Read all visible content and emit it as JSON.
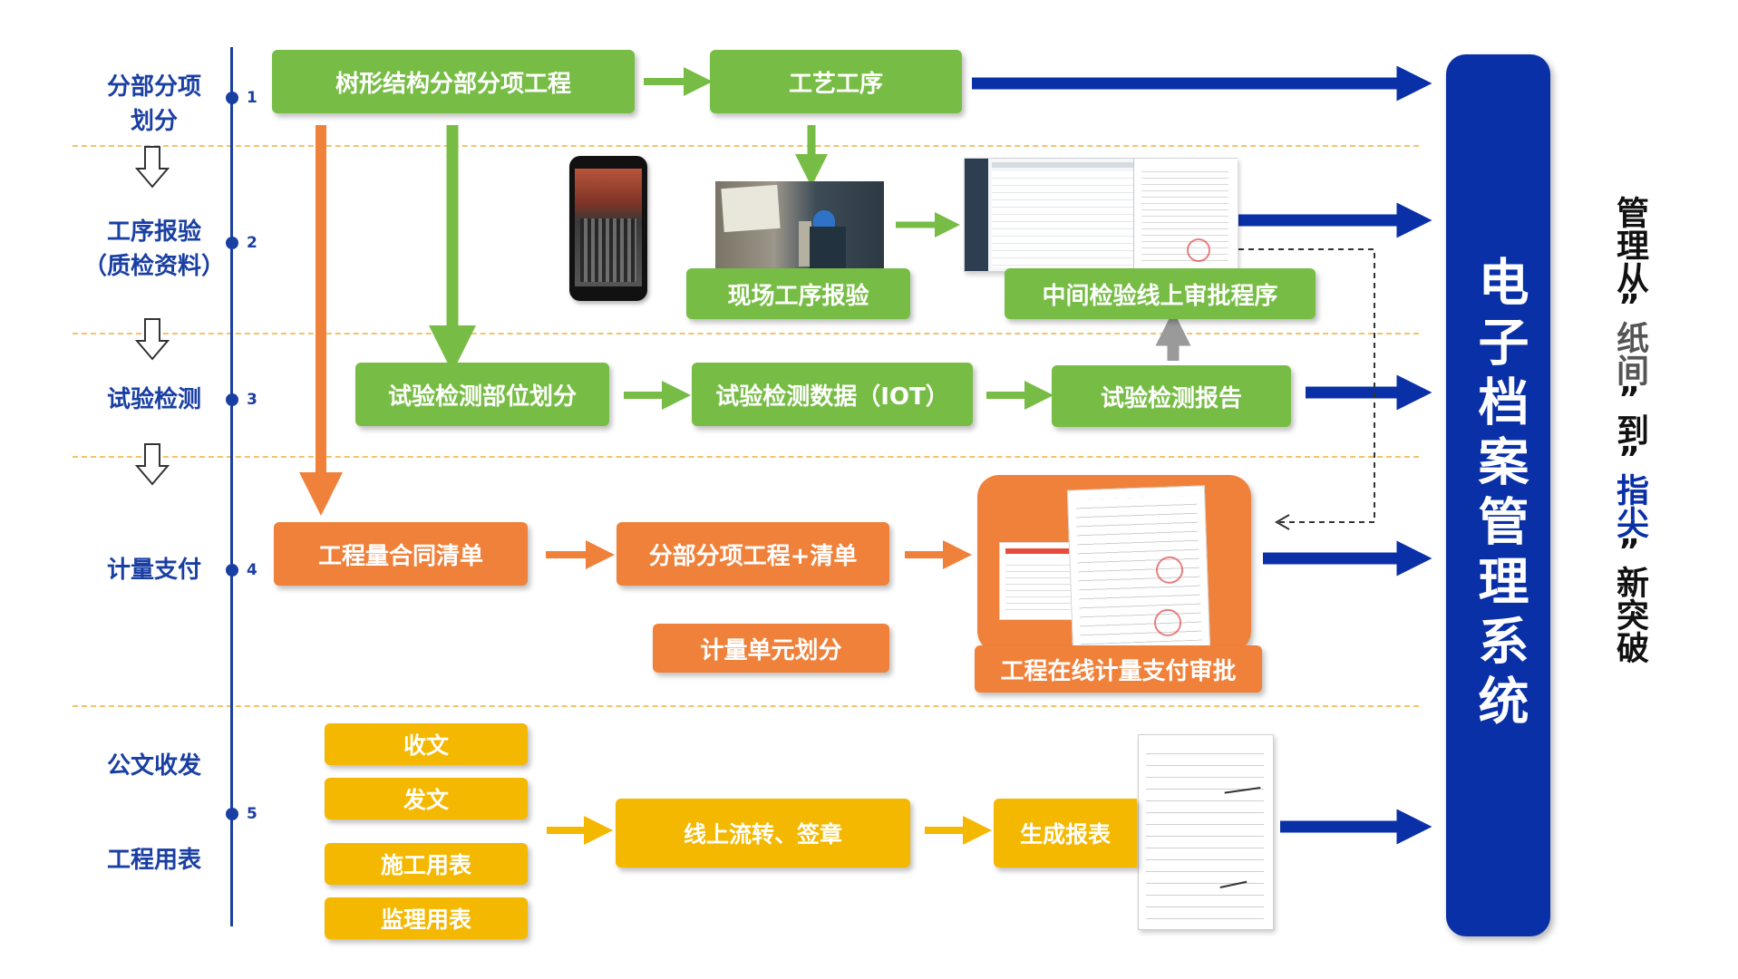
{
  "stages": [
    {
      "label": "分部分项\n划分",
      "num": "1"
    },
    {
      "label": "工序报验\n（质检资料）",
      "num": "2"
    },
    {
      "label": "试验检测",
      "num": "3"
    },
    {
      "label": "计量支付",
      "num": "4"
    },
    {
      "label": "公文收发",
      "num": "5"
    },
    {
      "label": "工程用表"
    }
  ],
  "green_boxes": {
    "tree": "树形结构分部分项工程",
    "process": "工艺工序",
    "field_report": "现场工序报验",
    "mid_inspection": "中间检验线上审批程序",
    "test_division": "试验检测部位划分",
    "test_data": "试验检测数据（IOT）",
    "test_report": "试验检测报告"
  },
  "orange_boxes": {
    "bill": "工程量合同清单",
    "sub_bill": "分部分项工程+清单",
    "unit_division": "计量单元划分",
    "online_payment": "工程在线计量支付审批"
  },
  "yellow_boxes": {
    "receive": "收文",
    "send": "发文",
    "construction_form": "施工用表",
    "supervision_form": "监理用表",
    "flow_sign": "线上流转、签章",
    "gen_report": "生成报表"
  },
  "system": {
    "title": "电子档案管理系统"
  },
  "slogan": {
    "part1": "管理从",
    "part2": "纸间",
    "part3": "到",
    "part4": "指尖",
    "part5": "新突破",
    "quote": "”"
  },
  "colors": {
    "green": "#77bd45",
    "orange": "#f0813a",
    "yellow": "#f4b800",
    "blue": "#0a30a8",
    "text_blue": "#1a3fa3"
  }
}
